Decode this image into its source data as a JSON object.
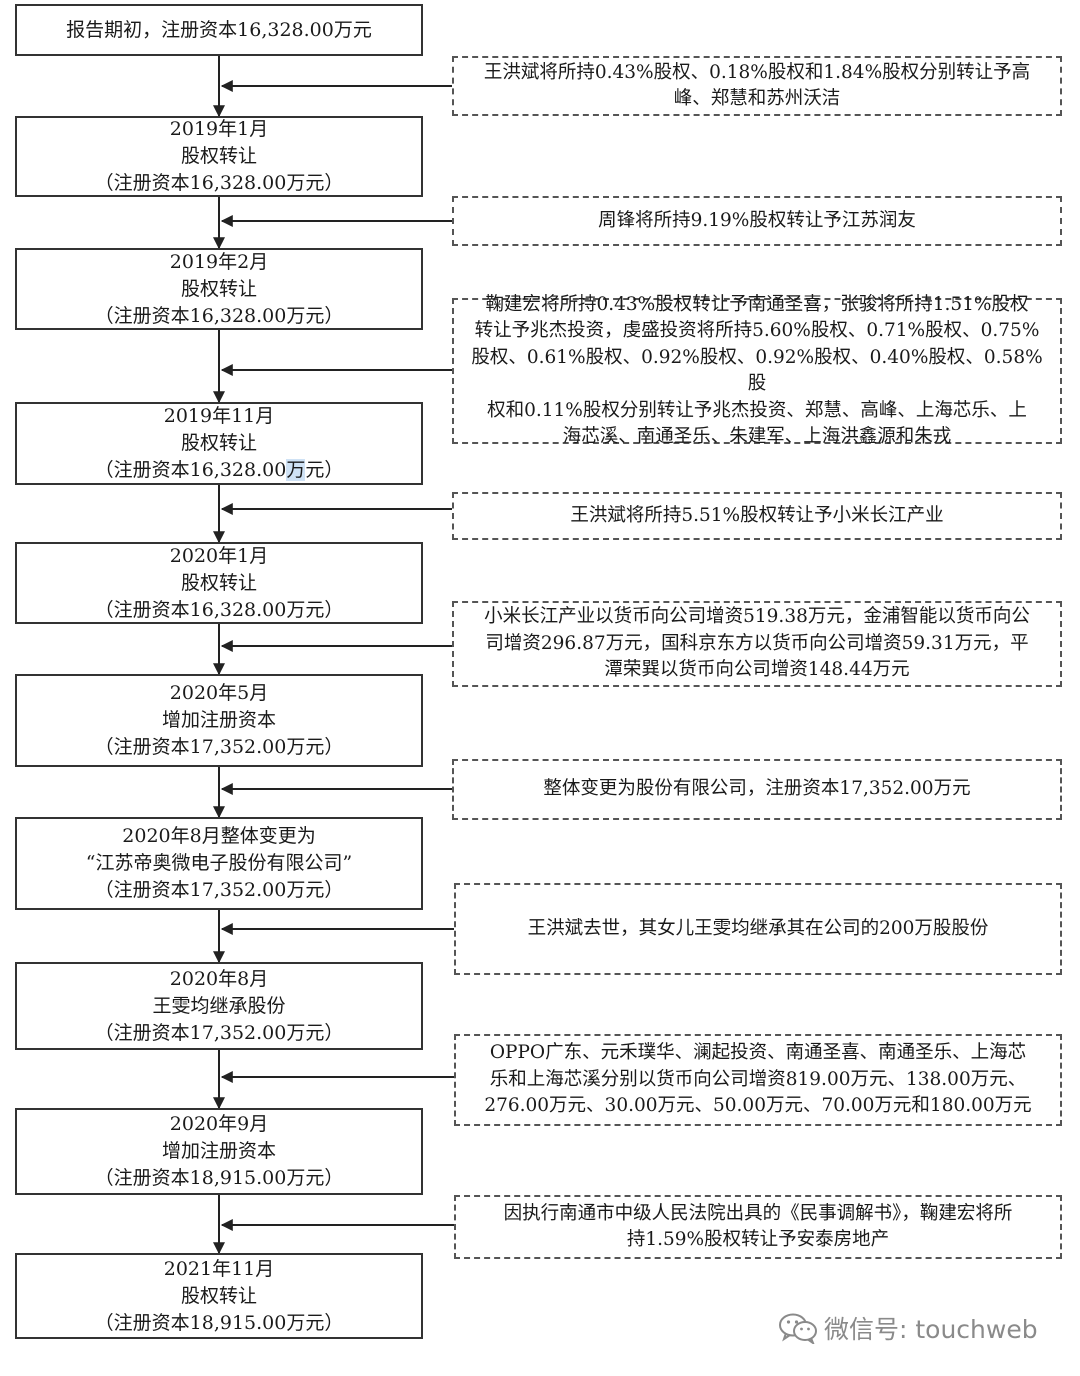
{
  "main_boxes": [
    {
      "lines": [
        "报告期初，注册资本16,328.00万元"
      ]
    },
    {
      "lines": [
        "2019年1月",
        "股权转让",
        "（注册资本16,328.00万元）"
      ]
    },
    {
      "lines": [
        "2019年2月",
        "股权转让",
        "（注册资本16,328.00万元）"
      ]
    },
    {
      "lines": [
        "2019年11月",
        "股权转让",
        "（注册资本16,328.00",
        "万",
        "元）"
      ]
    },
    {
      "lines": [
        "2020年1月",
        "股权转让",
        "（注册资本16,328.00万元）"
      ]
    },
    {
      "lines": [
        "2020年5月",
        "增加注册资本",
        "（注册资本17,352.00万元）"
      ]
    },
    {
      "lines": [
        "2020年8月整体变更为",
        "“江苏帝奥微电子股份有限公司”",
        "（注册资本17,352.00万元）"
      ]
    },
    {
      "lines": [
        "2020年8月",
        "王雯均继承股份",
        "（注册资本17,352.00万元）"
      ]
    },
    {
      "lines": [
        "2020年9月",
        "增加注册资本",
        "（注册资本18,915.00万元）"
      ]
    },
    {
      "lines": [
        "2021年11月",
        "股权转让",
        "（注册资本18,915.00万元）"
      ]
    }
  ],
  "notes": [
    {
      "lines": [
        "王洪斌将所持0.43%股权、0.18%股权和1.84%股权分别转让予高",
        "峰、郑慧和苏州沃洁"
      ]
    },
    {
      "lines": [
        "周锋将所持9.19%股权转让予江苏润友"
      ]
    },
    {
      "lines": [
        "鞠建宏将所持0.43%股权转让予南通圣喜，张骏将所持1.51%股权",
        "转让予兆杰投资，虔盛投资将所持5.60%股权、0.71%股权、0.75%",
        "股权、0.61%股权、0.92%股权、0.92%股权、0.40%股权、0.58%股",
        "权和0.11%股权分别转让予兆杰投资、郑慧、高峰、上海芯乐、上",
        "海芯溪、南通圣乐、朱建军、上海洪鑫源和朱戎"
      ]
    },
    {
      "lines": [
        "王洪斌将所持5.51%股权转让予小米长江产业"
      ]
    },
    {
      "lines": [
        "小米长江产业以货币向公司增资519.38万元，金浦智能以货币向公",
        "司增资296.87万元，国科京东方以货币向公司增资59.31万元，平",
        "潭荣巽以货币向公司增资148.44万元"
      ]
    },
    {
      "lines": [
        "整体变更为股份有限公司，注册资本17,352.00万元"
      ]
    },
    {
      "lines": [
        "王洪斌去世，其女儿王雯均继承其在公司的200万股股份"
      ]
    },
    {
      "lines": [
        "OPPO广东、元禾璞华、澜起投资、南通圣喜、南通圣乐、上海芯",
        "乐和上海芯溪分别以货币向公司增资819.00万元、138.00万元、",
        "276.00万元、30.00万元、50.00万元、70.00万元和180.00万元"
      ]
    },
    {
      "lines": [
        "因执行南通市中级人民法院出具的《民事调解书》，鞠建宏将所",
        "持1.59%股权转让予安泰房地产"
      ]
    }
  ],
  "watermark": {
    "text": "微信号: touchweb",
    "icon": "wechat-icon"
  }
}
